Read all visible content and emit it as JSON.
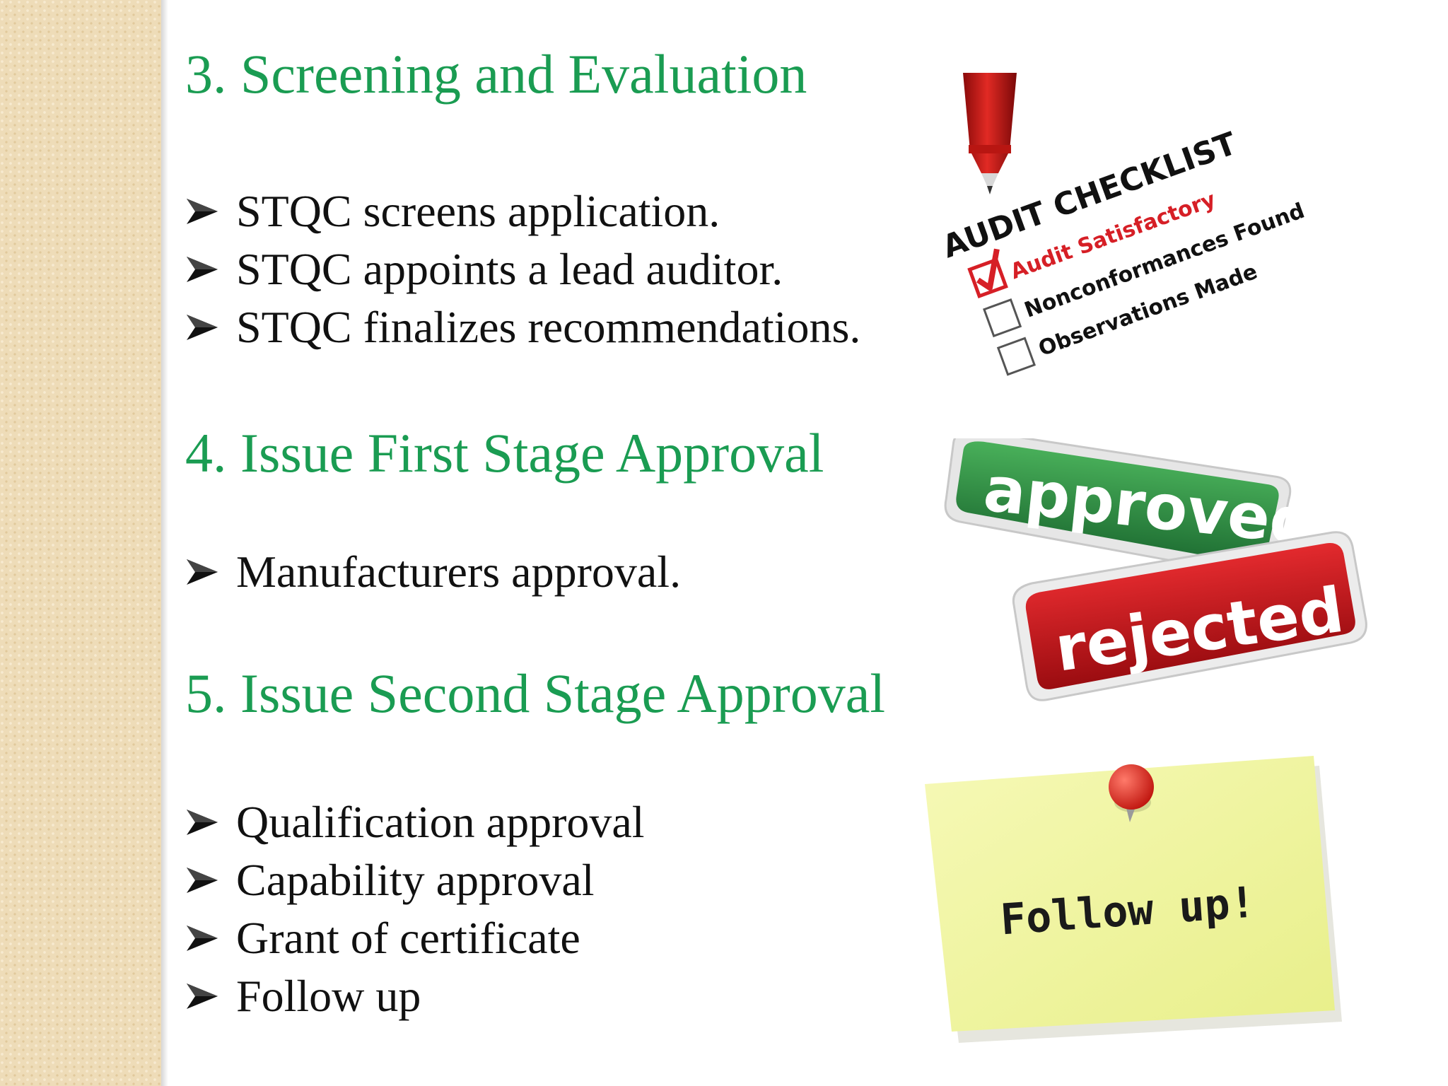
{
  "sections": [
    {
      "heading": "3. Screening and Evaluation",
      "bullets": [
        "STQC screens application.",
        "STQC appoints a lead auditor.",
        "STQC finalizes recommendations."
      ]
    },
    {
      "heading": "4. Issue First Stage Approval",
      "bullets": [
        "Manufacturers approval."
      ]
    },
    {
      "heading": "5. Issue Second Stage Approval",
      "bullets": [
        "Qualification approval",
        "Capability approval",
        "Grant of certificate",
        "Follow up"
      ]
    }
  ],
  "images": {
    "audit_checklist": {
      "title": "AUDIT CHECKLIST",
      "items": [
        "Audit Satisfactory",
        "Nonconformances Found",
        "Observations Made"
      ]
    },
    "stamps": {
      "approved": "approved",
      "rejected": "rejected"
    },
    "sticky_note": {
      "text": "Follow up!"
    }
  },
  "colors": {
    "heading": "#1a9c52",
    "body_text": "#111111",
    "side_band": "#eedcb8",
    "approved_green": "#2f8f45",
    "rejected_red": "#c4161c",
    "checklist_red": "#d61f26",
    "note_yellow": "#f3f7a8"
  },
  "icons": {
    "bullet": "arrowhead-bullet-icon"
  }
}
